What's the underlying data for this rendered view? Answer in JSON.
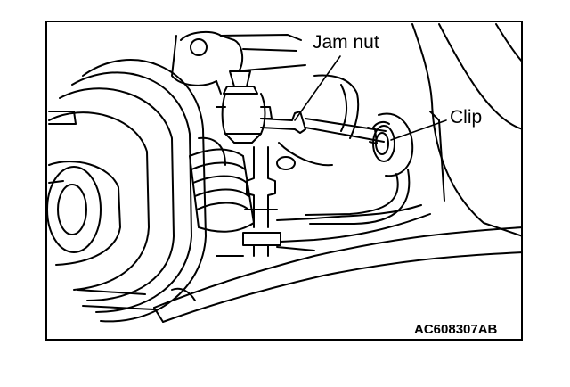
{
  "illustration": {
    "subject": "front suspension stabilizer link assembly",
    "callouts": {
      "jam_nut": "Jam nut",
      "clip": "Clip"
    },
    "figure_code": "AC608307AB",
    "colors": {
      "line": "#000000",
      "background": "#ffffff"
    }
  }
}
